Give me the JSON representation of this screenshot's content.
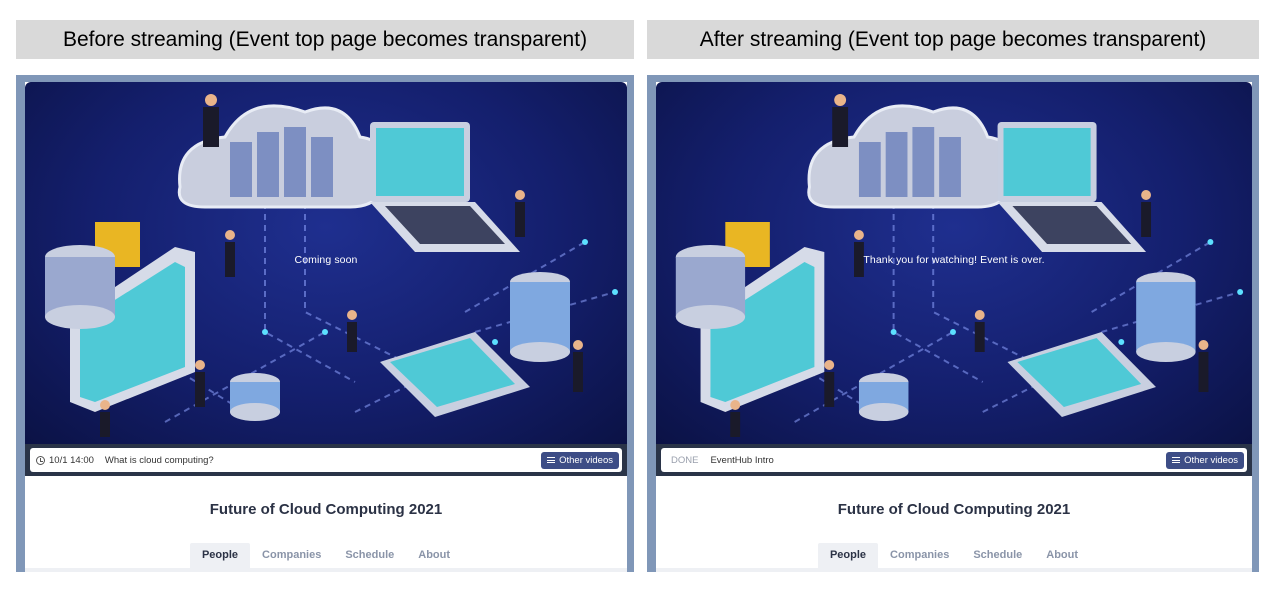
{
  "before": {
    "caption": "Before streaming (Event top page becomes transparent)",
    "overlay_message": "Coming soon",
    "bar": {
      "time": "10/1 14:00",
      "title": "What is cloud computing?",
      "other_videos_label": "Other videos"
    },
    "event_title": "Future of Cloud Computing 2021",
    "tabs": [
      {
        "label": "People",
        "active": true
      },
      {
        "label": "Companies"
      },
      {
        "label": "Schedule"
      },
      {
        "label": "About"
      }
    ]
  },
  "after": {
    "caption": "After streaming (Event top page becomes transparent)",
    "overlay_message": "Thank you for watching! Event is over.",
    "bar": {
      "status": "DONE",
      "title": "EventHub Intro",
      "other_videos_label": "Other videos"
    },
    "event_title": "Future of Cloud Computing 2021",
    "tabs": [
      {
        "label": "People",
        "active": true
      },
      {
        "label": "Companies"
      },
      {
        "label": "Schedule"
      },
      {
        "label": "About"
      }
    ]
  },
  "colors": {
    "caption_bg": "#d9d9d9",
    "frame_border": "#8097b8",
    "hero_bg": "#141f6d",
    "button_bg": "#3d4d86",
    "title_text": "#2b3245",
    "tab_inactive": "#8a94a8"
  },
  "icons": [
    "clock-icon",
    "list-icon"
  ]
}
